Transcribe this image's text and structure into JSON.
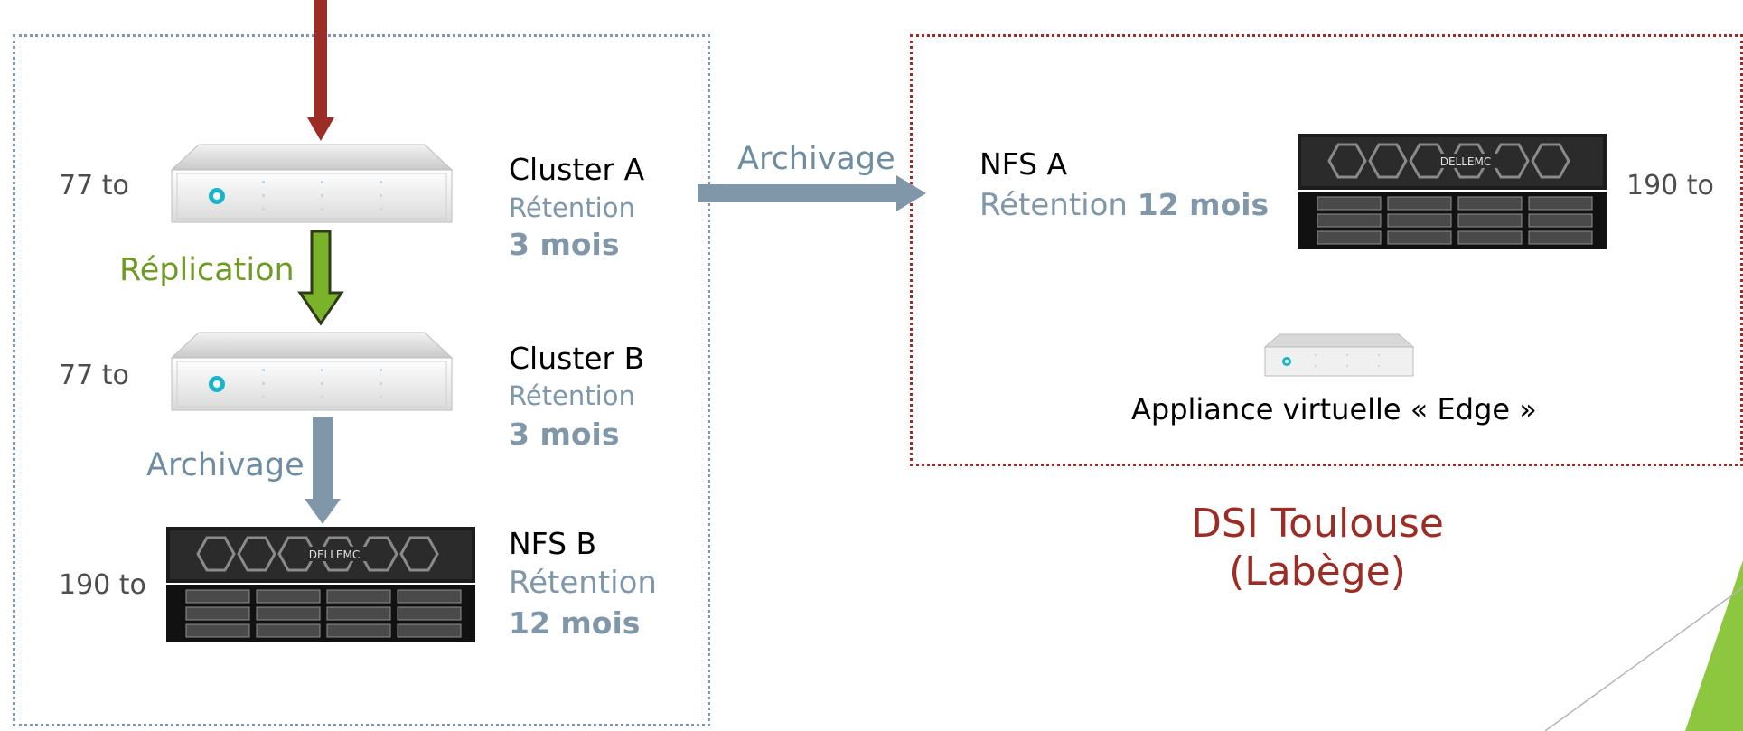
{
  "left_site": {
    "cluster_a": {
      "capacity": "77 to",
      "name": "Cluster A",
      "retention_label": "Rétention",
      "retention_value": "3 mois"
    },
    "replication_label": "Réplication",
    "cluster_b": {
      "capacity": "77 to",
      "name": "Cluster B",
      "retention_label": "Rétention",
      "retention_value": "3 mois"
    },
    "archiving_label": "Archivage",
    "nfs_b": {
      "capacity": "190 to",
      "name": "NFS B",
      "retention_label": "Rétention",
      "retention_value": "12 mois"
    }
  },
  "archiving_arrow_label": "Archivage",
  "right_site": {
    "nfs_a": {
      "name": "NFS A",
      "retention_label": "Rétention",
      "retention_value": "12 mois",
      "capacity": "190 to"
    },
    "edge_label": "Appliance virtuelle « Edge »",
    "site_name_line1": "DSI Toulouse",
    "site_name_line2": "(Labège)",
    "server_brand": "DELLEMC"
  },
  "colors": {
    "left_border": "#7f97a8",
    "right_border": "#9b2d26",
    "incoming_arrow": "#9b2d26",
    "replication_arrow": "#7ab329",
    "archiving_arrow": "#7f97a8",
    "corner_accent": "#8dc63f"
  }
}
